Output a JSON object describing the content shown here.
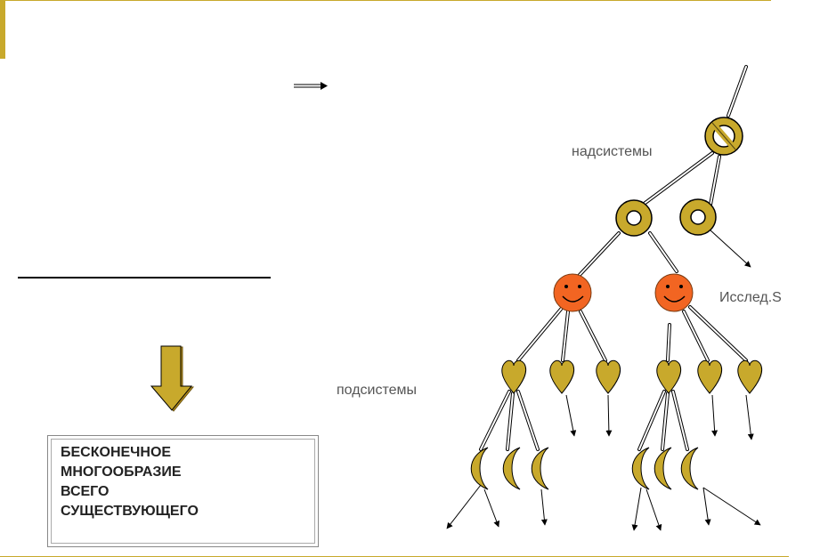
{
  "labels": {
    "supersystems": "надсистемы",
    "researched": "Исслед.S",
    "subsystems": "подсистемы"
  },
  "infobox": {
    "lines": [
      "БЕСКОНЕЧНОЕ",
      "МНОГООБРАЗИЕ",
      "ВСЕГО",
      "СУЩЕСТВУЮЩЕГО"
    ]
  },
  "colors": {
    "frame": "#c8a92c",
    "ring": "#c8a92c",
    "smiley": "#f26522",
    "heart": "#c8a92c",
    "moon": "#c8a92c",
    "arrow_down": "#c8a92c"
  }
}
